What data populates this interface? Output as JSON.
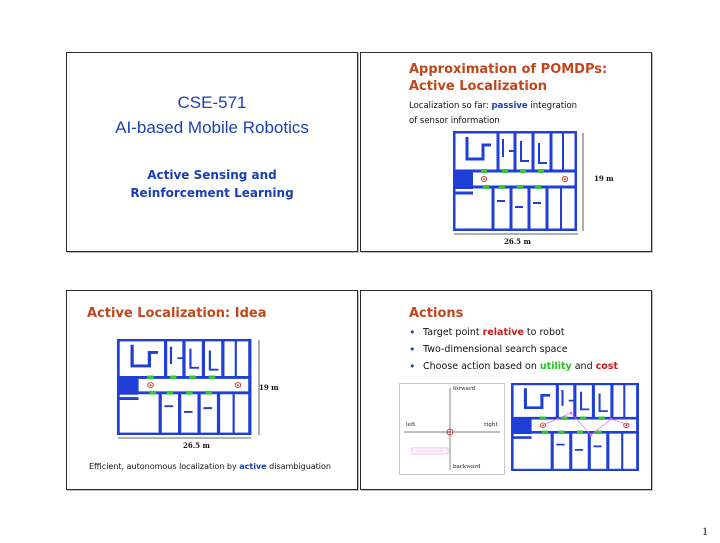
{
  "slides": {
    "title": {
      "course_code": "CSE-571",
      "course_name": "AI-based Mobile Robotics",
      "subtitle_line1": "Active Sensing and",
      "subtitle_line2": "Reinforcement Learning"
    },
    "approx": {
      "title_line1": "Approximation of POMDPs:",
      "title_line2": "Active Localization",
      "text_pre": "Localization so far: ",
      "text_kw": "passive",
      "text_post": " integration",
      "text_line2": "of sensor information",
      "height_label": "19 m",
      "width_label": "26.5 m"
    },
    "idea": {
      "title": "Active Localization: Idea",
      "height_label": "19 m",
      "width_label": "26.5 m",
      "caption_pre": "Efficient, autonomous localization by ",
      "caption_kw": "active",
      "caption_post": " disambiguation"
    },
    "actions": {
      "title": "Actions",
      "bullet1_pre": "Target point ",
      "bullet1_kw": "relative",
      "bullet1_post": " to robot",
      "bullet2": "Two-dimensional search space",
      "bullet3_pre": "Choose action based on ",
      "bullet3_kw1": "utility",
      "bullet3_mid": " and ",
      "bullet3_kw2": "cost",
      "compass": {
        "forward": "forward",
        "backward": "backward",
        "left": "left",
        "right": "right"
      }
    }
  },
  "page_number": "1",
  "colors": {
    "wall_blue": "#1f3fd6",
    "door_green": "#37c837",
    "title_orange": "#c0471c",
    "accent_blue": "#1a3fb5"
  }
}
